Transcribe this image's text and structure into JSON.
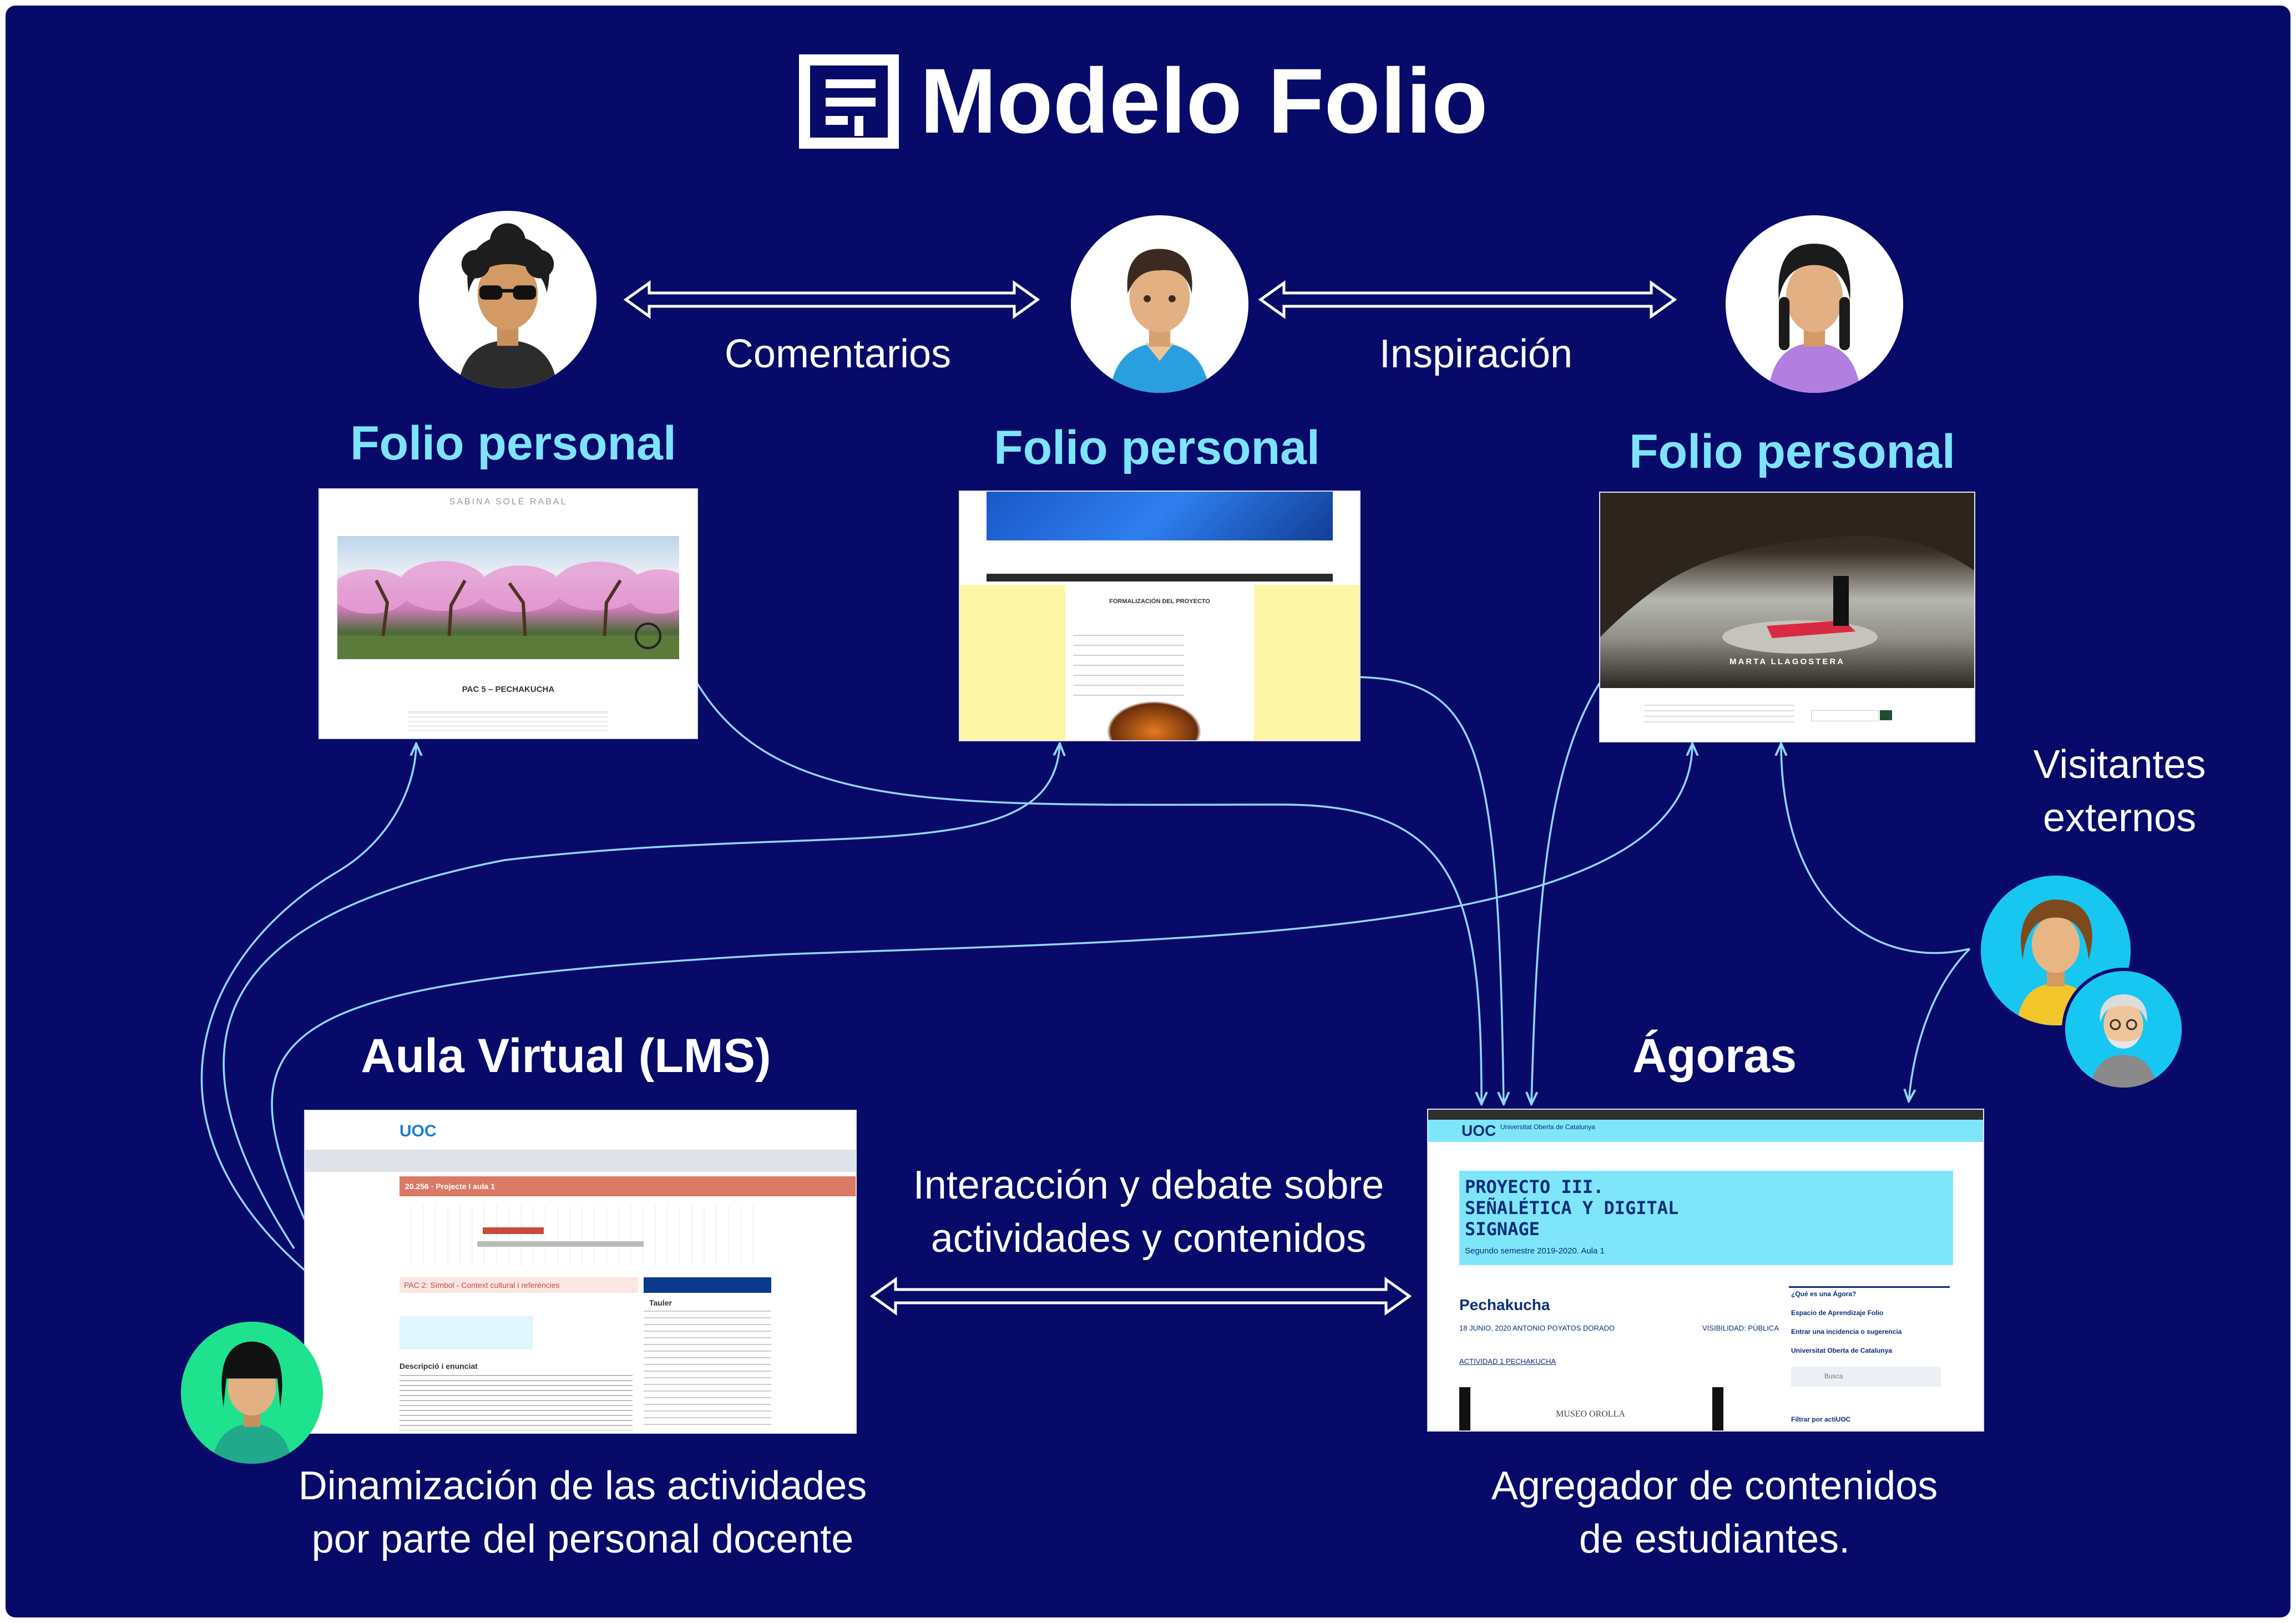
{
  "title": "Modelo Folio",
  "labels": {
    "comentarios": "Comentarios",
    "inspiracion": "Inspiración",
    "folio_personal": "Folio personal",
    "visitantes_line1": "Visitantes",
    "visitantes_line2": "externos",
    "aula_virtual": "Aula Virtual (LMS)",
    "agoras": "Ágoras",
    "interaccion_line1": "Interacción y debate sobre",
    "interaccion_line2": "actividades y contenidos",
    "dinamizacion_line1": "Dinamización de las actividades",
    "dinamizacion_line2": "por parte del personal docente",
    "agregador_line1": "Agregador de contenidos",
    "agregador_line2": "de estudiantes."
  },
  "screenshots": {
    "folio1": {
      "name": "SABINA SOLÉ RABAL",
      "post_title": "PAC 5 – PECHAKUCHA"
    },
    "folio2": {
      "post_title": "FORMALIZACIÓN DEL PROYECTO"
    },
    "folio3": {
      "name": "MARTA LLAGOSTERA"
    },
    "lms": {
      "course": "20.256 · Projecte I aula 1",
      "pac": "PAC 2: Símbol - Context cultural i referències",
      "descripcio": "Descripció i enunciat",
      "tauler": "Tauler"
    },
    "agora": {
      "heading_line1": "PROYECTO III.",
      "heading_line2": "SEÑALÉTICA Y DIGITAL",
      "heading_line3": "SIGNAGE",
      "semester": "Segundo semestre 2019-2020. Aula 1",
      "post": "Pechakucha",
      "author_line": "18 JUNIO, 2020 ANTONIO POYATOS DORADO",
      "visibility": "VISIBILIDAD: PÚBLICA",
      "activity": "ACTIVIDAD 1 PECHAKUCHA",
      "museum": "MUSEO OROLLA",
      "side1": "¿Qué es una Ágora?",
      "side2": "Espacio de Aprendizaje Folio",
      "side3": "Entrar una incidencia o sugerencia",
      "side4": "Universitat Oberta de Catalunya",
      "search": "Busca",
      "filter": "Filtrar por actiUOC",
      "uoc": "UOC",
      "uoc_sub": "Universitat Oberta de Catalunya"
    }
  },
  "colors": {
    "background": "#070a69",
    "accent_cyan": "#7ce4ff",
    "arrow": "#ffffff",
    "connector": "#8fd8ff"
  },
  "icons": [
    "modelo-folio-logo",
    "student-avatar-sunglasses",
    "student-avatar-boy",
    "student-avatar-girl",
    "visitor-avatar-woman",
    "visitor-avatar-old-man",
    "teacher-avatar"
  ]
}
